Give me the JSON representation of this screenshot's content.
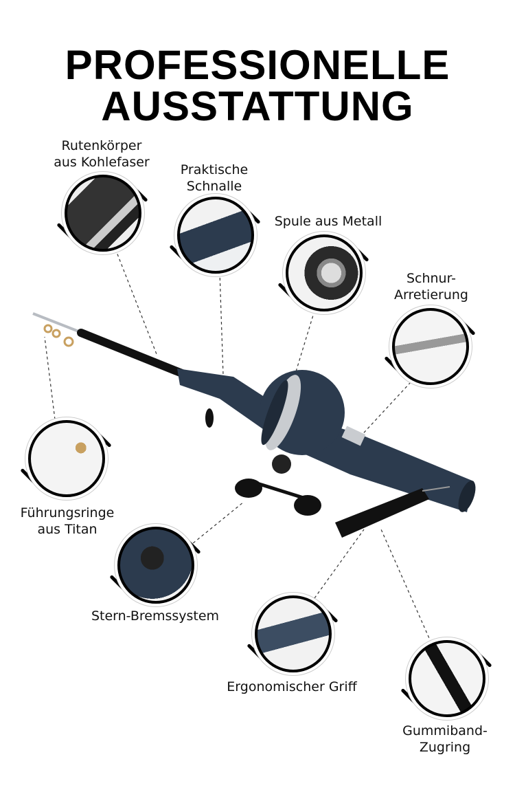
{
  "title": {
    "line1": "PROFESSIONELLE",
    "line2": "AUSSTATTUNG"
  },
  "features": [
    {
      "line1": "Rutenkörper",
      "line2": "aus Kohlefaser",
      "icon": "carbon-rod-icon"
    },
    {
      "line1": "Praktische",
      "line2": "Schnalle",
      "icon": "buckle-icon"
    },
    {
      "line1": "Spule aus Metall",
      "line2": "",
      "icon": "metal-spool-icon"
    },
    {
      "line1": "Schnur-",
      "line2": "Arretierung",
      "icon": "line-lock-icon"
    },
    {
      "line1": "Führungsringe",
      "line2": "aus Titan",
      "icon": "guide-ring-icon"
    },
    {
      "line1": "Stern-Bremssystem",
      "line2": "",
      "icon": "star-drag-icon"
    },
    {
      "line1": "Ergonomischer Griff",
      "line2": "",
      "icon": "grip-icon"
    },
    {
      "line1": "Gummiband-",
      "line2": "Zugring",
      "icon": "strap-ring-icon"
    }
  ],
  "colors": {
    "rod_body": "#2c3b4e",
    "accent_silver": "#c9ccd0",
    "text": "#111111"
  }
}
